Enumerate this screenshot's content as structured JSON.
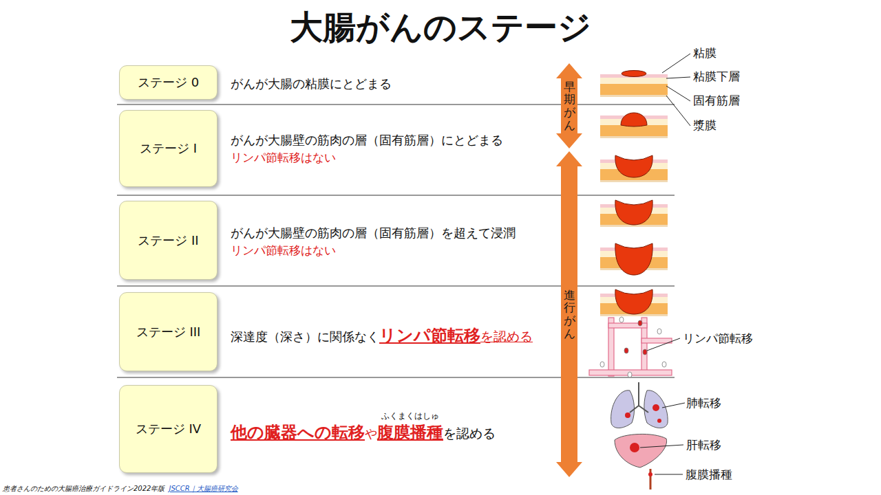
{
  "diagram": {
    "title": "大腸がんのステージ",
    "nodes": [
      {
        "text": [
          "ステージ 0"
        ]
      },
      {
        "text": [
          "ステージ I"
        ]
      },
      {
        "text": [
          "ステージ II"
        ]
      },
      {
        "text": [
          "ステージ III"
        ]
      },
      {
        "text": [
          "ステージ IV"
        ]
      },
      {
        "text": [
          "早期がん"
        ]
      },
      {
        "text": [
          "進行がん"
        ]
      }
    ],
    "labels": [
      "がんが大腸の粘膜にとどまる",
      "がんが大腸壁の筋肉の層（固有筋層）にとどまる",
      "リンパ節転移はない",
      "がんが大腸壁の筋肉の層（固有筋層）を超えて浸潤",
      "リンパ節転移はない",
      "深達度（深さ）に関係なく",
      "リンパ節転移",
      "を認める",
      "ふくまくはしゅ",
      "他の臓器への転移",
      "や",
      "腹膜播種",
      "を認める",
      "粘膜",
      "粘膜下層",
      "固有筋層",
      "漿膜",
      "リンパ節転移",
      "肺転移",
      "肝転移",
      "腹膜播種",
      "患者さんのための大腸癌治療ガイドライン2022年版",
      "JSCCR｜大腸癌研究会"
    ]
  }
}
